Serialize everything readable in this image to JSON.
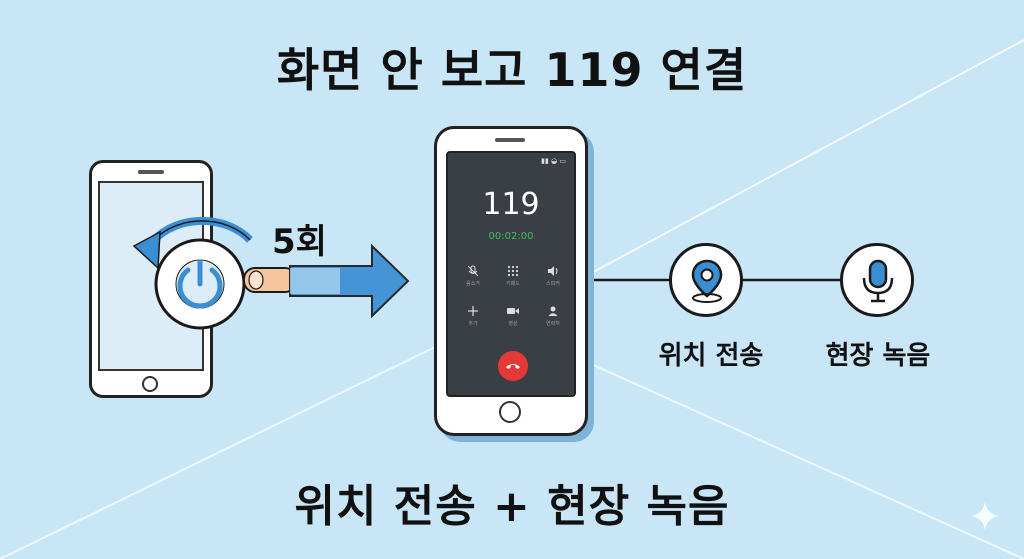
{
  "title": "화면 안 보고 119 연결",
  "press_count": "5회",
  "call": {
    "number": "119",
    "timer": "00:02:00",
    "controls": [
      {
        "label": "음소거",
        "icon": "mute-icon"
      },
      {
        "label": "키패드",
        "icon": "keypad-icon"
      },
      {
        "label": "스피커",
        "icon": "speaker-icon"
      },
      {
        "label": "추가",
        "icon": "add-call-icon"
      },
      {
        "label": "영상",
        "icon": "video-icon"
      },
      {
        "label": "연락처",
        "icon": "contacts-icon"
      }
    ]
  },
  "features": [
    {
      "label": "위치 전송",
      "icon": "location-pin-icon"
    },
    {
      "label": "현장 녹음",
      "icon": "microphone-icon"
    }
  ],
  "subtitle": "위치 전송 + 현장 녹음",
  "colors": {
    "background": "#c9e6f7",
    "accent_blue": "#3a8fd4",
    "end_call": "#e53935",
    "timer_green": "#38c25b"
  }
}
